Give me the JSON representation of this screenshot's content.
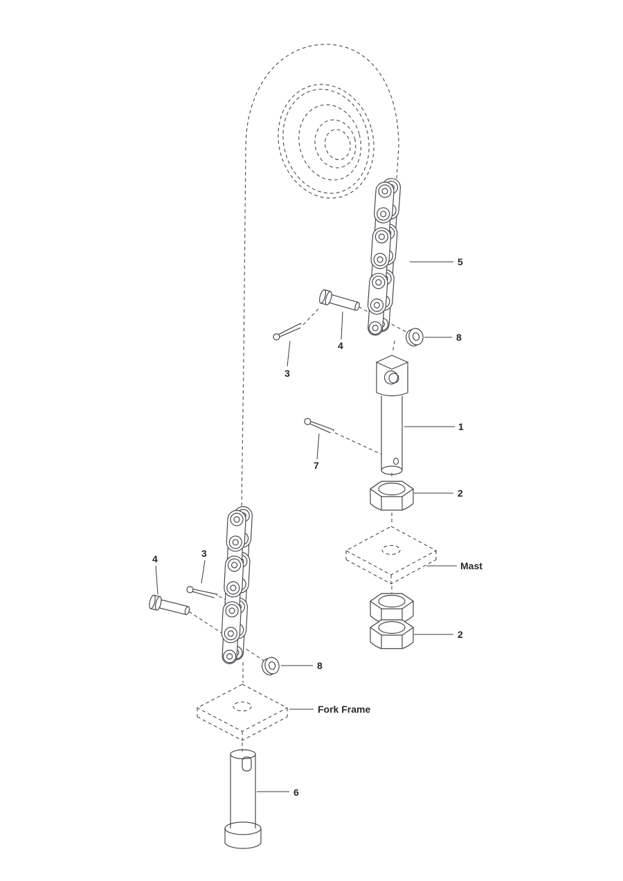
{
  "labels": {
    "chain_upper": "5",
    "washer_upper": "8",
    "clevis_pin_upper": "4",
    "cotter_pin_upper": "3",
    "anchor_bolt": "1",
    "cotter_pin_anchor": "7",
    "nut_upper": "2",
    "mast": "Mast",
    "nut_lower": "2",
    "clevis_pin_lower": "4",
    "cotter_pin_lower": "3",
    "washer_lower": "8",
    "fork_frame": "Fork Frame",
    "anchor_pin": "6"
  },
  "colors": {
    "line": "#46464e",
    "label": "#26262b",
    "background": "#ffffff"
  }
}
